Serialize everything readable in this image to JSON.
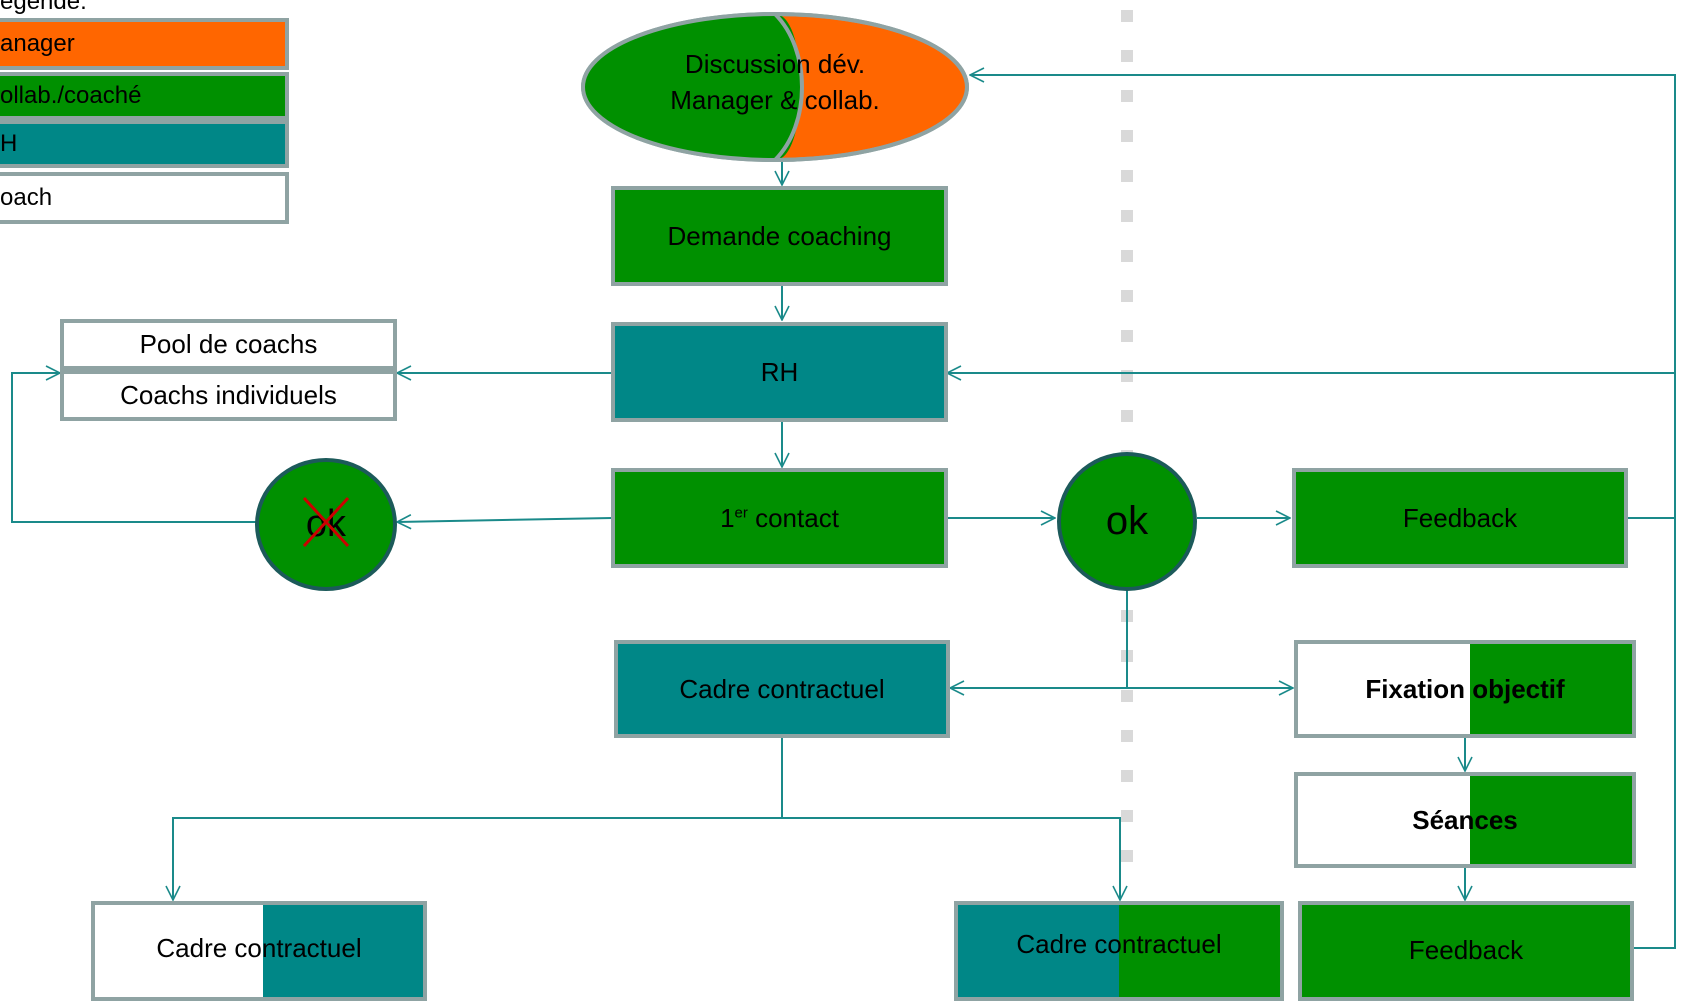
{
  "legend": {
    "title": "égende:",
    "items": [
      {
        "label": "anager",
        "color": "#ff6600"
      },
      {
        "label": "ollab./coaché",
        "color": "#009000"
      },
      {
        "label": "H",
        "color": "#008787"
      },
      {
        "label": "oach",
        "color": "#ffffff"
      }
    ]
  },
  "nodes": {
    "discussion_line1": "Discussion dév.",
    "discussion_line2": "Manager & collab.",
    "demande": "Demande coaching",
    "rh": "RH",
    "pool": "Pool de coachs",
    "coachs_indiv": "Coachs individuels",
    "first_contact_main": "1",
    "first_contact_sup": "er",
    "first_contact_rest": " contact",
    "ok_rejected": "ok",
    "ok_accepted": "ok",
    "feedback_top": "Feedback",
    "cadre_center": "Cadre contractuel",
    "fixation_part1": "Fixation ",
    "fixation_part2": "objectif",
    "seances": "Séances",
    "cadre_left": "Cadre contractuel",
    "cadre_right": "Cadre contractuel",
    "feedback_bottom": "Feedback"
  },
  "colors": {
    "manager": "#ff6600",
    "collab": "#009000",
    "rh": "#008787",
    "coach": "#ffffff",
    "arrow": "#1a8a8a",
    "cross": "#cc0000",
    "divider": "#d9d9d9"
  }
}
